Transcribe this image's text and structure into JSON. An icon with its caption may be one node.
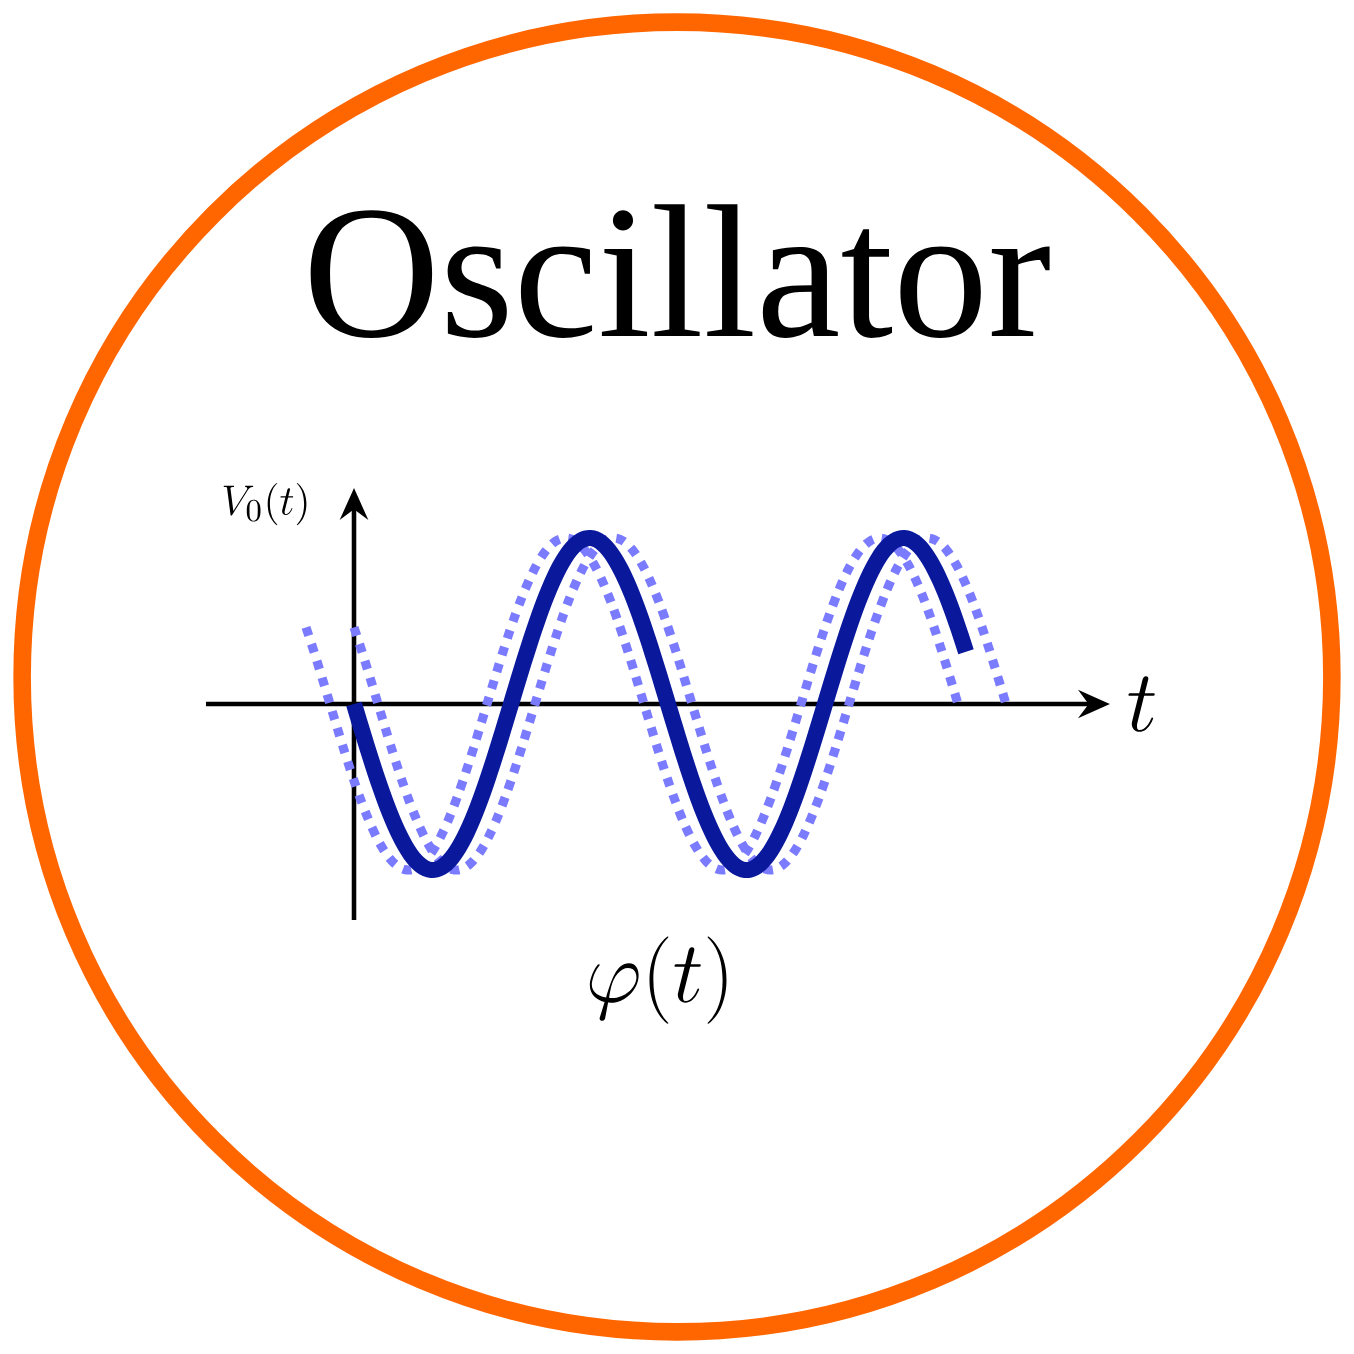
{
  "diagram": {
    "nodes": [
      {
        "text": [
          "Oscillator"
        ]
      }
    ],
    "edges": [],
    "labels": [
      "V_0(t)",
      "t",
      "\\varphi(t)"
    ]
  }
}
